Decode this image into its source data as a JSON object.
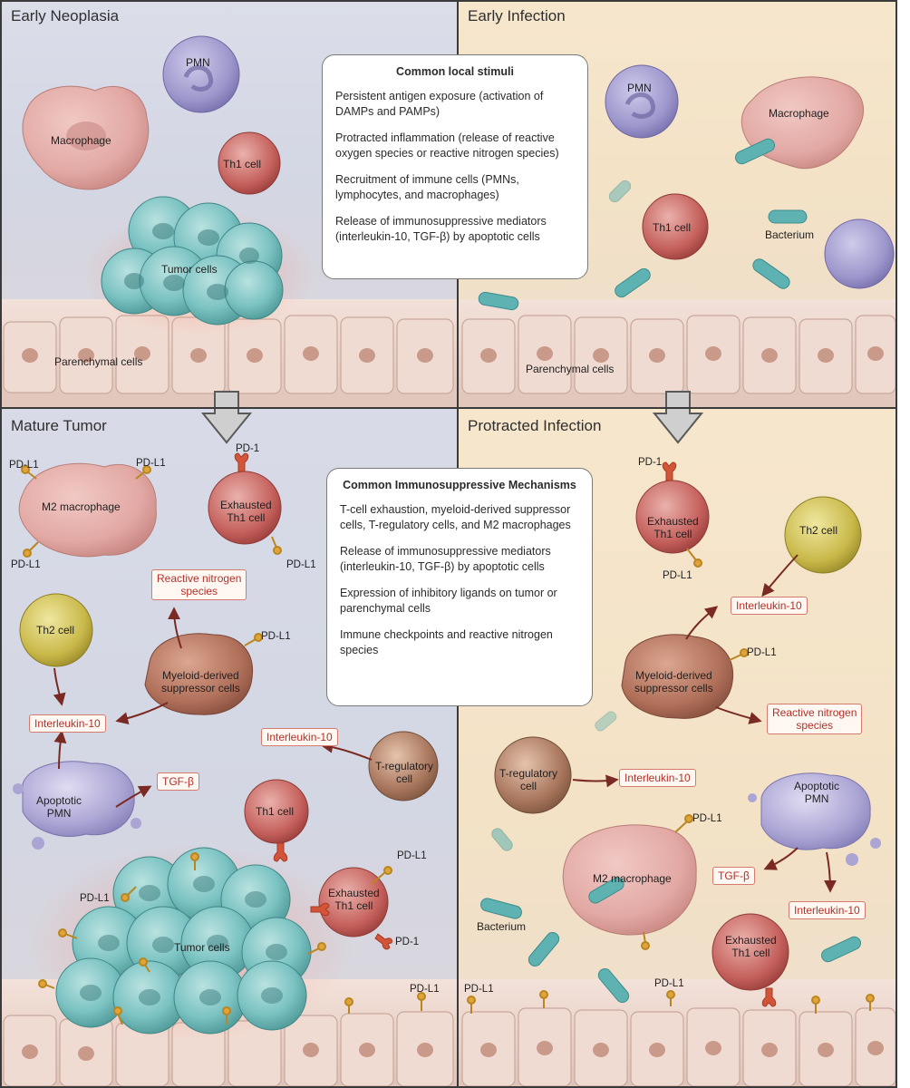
{
  "panels": {
    "early_neoplasia": {
      "title": "Early Neoplasia",
      "labels": {
        "pmn": "PMN",
        "macrophage": "Macrophage",
        "th1": "Th1 cell",
        "tumor": "Tumor cells",
        "parenchymal": "Parenchymal cells"
      }
    },
    "early_infection": {
      "title": "Early Infection",
      "labels": {
        "pmn": "PMN",
        "macrophage": "Macrophage",
        "th1": "Th1 cell",
        "bacterium": "Bacterium",
        "parenchymal": "Parenchymal cells"
      }
    },
    "mature_tumor": {
      "title": "Mature Tumor",
      "labels": {
        "pdl1_a": "PD-L1",
        "pdl1_b": "PD-L1",
        "pdl1_c": "PD-L1",
        "m2": "M2 macrophage",
        "pd1_top": "PD-1",
        "exhausted_th1_top": "Exhausted\nTh1 cell",
        "pdl1_d": "PD-L1",
        "th2": "Th2 cell",
        "mdsc": "Myeloid-derived\nsuppressor cells",
        "pdl1_mdsc": "PD-L1",
        "apoptotic_pmn": "Apoptotic\nPMN",
        "treg": "T-regulatory\ncell",
        "th1": "Th1 cell",
        "exhausted_th1_bottom": "Exhausted\nTh1 cell",
        "pdl1_e": "PD-L1",
        "pd1_bottom": "PD-1",
        "pdl1_tumor": "PD-L1",
        "tumor": "Tumor cells",
        "pdl1_floor": "PD-L1"
      },
      "mediators": {
        "rns": "Reactive nitrogen\nspecies",
        "il10_left": "Interleukin-10",
        "il10_right": "Interleukin-10",
        "tgfb": "TGF-β"
      }
    },
    "protracted_infection": {
      "title": "Protracted Infection",
      "labels": {
        "pd1": "PD-1",
        "exhausted_th1_top": "Exhausted\nTh1 cell",
        "pdl1_top": "PD-L1",
        "th2": "Th2 cell",
        "mdsc": "Myeloid-derived\nsuppressor cells",
        "pdl1_mdsc": "PD-L1",
        "treg": "T-regulatory\ncell",
        "apoptotic_pmn": "Apoptotic\nPMN",
        "pdl1_m2": "PD-L1",
        "m2": "M2 macrophage",
        "bacterium": "Bacterium",
        "exhausted_th1_bottom": "Exhausted\nTh1 cell",
        "pdl1_floor_left": "PD-L1",
        "pdl1_floor_mid": "PD-L1"
      },
      "mediators": {
        "il10_top": "Interleukin-10",
        "rns": "Reactive nitrogen\nspecies",
        "il10_treg": "Interleukin-10",
        "tgfb": "TGF-β",
        "il10_apop": "Interleukin-10"
      }
    }
  },
  "box_stimuli": {
    "title": "Common local stimuli",
    "items": [
      "Persistent antigen exposure (activation of DAMPs and PAMPs)",
      "Protracted inflammation (release of reactive oxygen species or reactive nitrogen species)",
      "Recruitment of immune cells (PMNs, lymphocytes, and macrophages)",
      "Release of immunosuppressive mediators (interleukin-10, TGF-β) by apoptotic cells"
    ]
  },
  "box_mechanisms": {
    "title": "Common Immunosuppressive Mechanisms",
    "items": [
      "T-cell exhaustion, myeloid-derived suppressor cells, T-regulatory cells, and M2 macrophages",
      "Release of immunosuppressive mediators (interleukin-10, TGF-β) by apoptotic cells",
      "Expression of inhibitory ligands on tumor or parenchymal cells",
      "Immune checkpoints and reactive nitrogen species"
    ]
  },
  "colors": {
    "tumor_cell": "#7cc3c3",
    "macrophage": "#e2a8a4",
    "pmn": "#9d96cc",
    "th1": "#c5615d",
    "th2": "#c9b94a",
    "mdsc": "#b0705a",
    "treg": "#a8765c",
    "bacterium": "#5fb2b2",
    "parenchymal": "#ebd5cc",
    "mediator_text": "#b2312a",
    "pdl1": "#e0a43a",
    "pd1": "#d2553a"
  }
}
